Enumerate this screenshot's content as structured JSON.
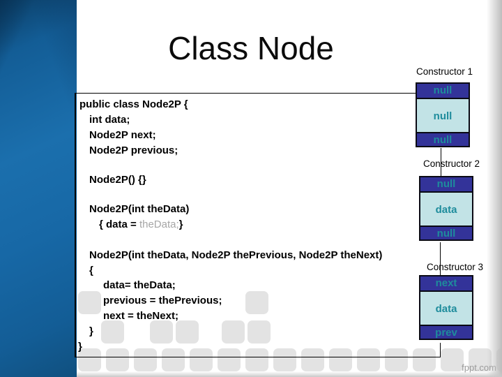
{
  "slide": {
    "title": "Class Node",
    "watermark": "fppt.com"
  },
  "code": {
    "class_decl": "public class Node2P {",
    "field_data": "int data;",
    "field_next": "Node2P next;",
    "field_previous": "Node2P previous;",
    "ctor1_decl": "Node2P() {}",
    "ctor2_sig": "Node2P(int theData)",
    "ctor2_body_open": "{ data = ",
    "ctor2_body_value": "theData;",
    "ctor2_body_close": "}",
    "ctor3_sig": "Node2P(int theData, Node2P thePrevious, Node2P theNext)",
    "ctor3_open": "{",
    "ctor3_stmt1": "data= theData;",
    "ctor3_stmt2": "previous = thePrevious;",
    "ctor3_stmt3": "next = theNext;",
    "ctor3_close": "}",
    "class_close": "}"
  },
  "constructors": [
    {
      "label": "Constructor 1",
      "cells": [
        {
          "text": "null"
        },
        {
          "text": "null"
        },
        {
          "text": "null"
        }
      ]
    },
    {
      "label": "Constructor 2",
      "cells": [
        {
          "text": "null"
        },
        {
          "text": "data"
        },
        {
          "text": "null"
        }
      ]
    },
    {
      "label": "Constructor 3",
      "cells": [
        {
          "text": "next"
        },
        {
          "text": "data"
        },
        {
          "text": "prev"
        }
      ]
    }
  ],
  "colors": {
    "sidebar_blue": "#1768a6",
    "cell_dark": "#333399",
    "cell_light": "#c2e3e6",
    "cell_text": "#1e8c9c",
    "square_gray": "#e3e3e3"
  }
}
